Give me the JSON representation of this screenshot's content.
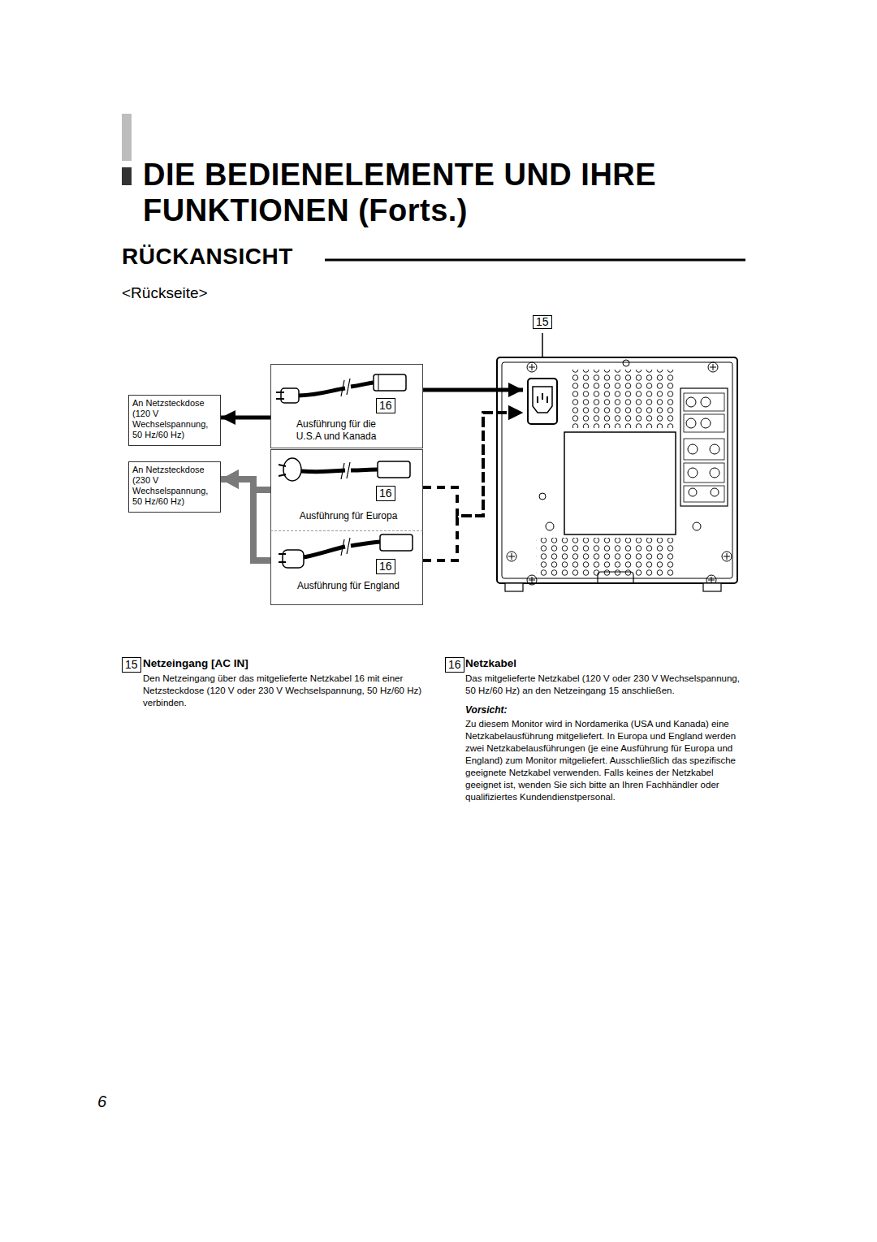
{
  "diagram": {
    "title": "DIE BEDIENELEMENTE UND IHRE FUNKTIONEN (Forts.)",
    "nodes": [
      {
        "text": [
          "An Netzsteckdose (120 V Wechselspannung, 50 Hz/60 Hz)"
        ]
      },
      {
        "text": [
          "An Netzsteckdose (230 V Wechselspannung, 50 Hz/60 Hz)"
        ]
      },
      {
        "text": [
          "Ausführung für die U.S.A und Kanada"
        ]
      },
      {
        "text": [
          "Ausführung für Europa"
        ]
      },
      {
        "text": [
          "Ausführung für England"
        ]
      },
      {
        "text": [
          "15"
        ]
      }
    ],
    "edges": [
      {
        "from": 2,
        "to": 0,
        "arrow": "to"
      },
      {
        "from": 2,
        "to": 5,
        "arrow": "to"
      },
      {
        "from": 3,
        "to": 1,
        "arrow": "to"
      },
      {
        "from": 4,
        "to": 1,
        "arrow": "to"
      },
      {
        "from": 3,
        "to": 5,
        "arrow": "to"
      },
      {
        "from": 4,
        "to": 5,
        "arrow": "to"
      }
    ],
    "labels": [
      "RÜCKANSICHT",
      "<Rückseite>",
      "16",
      "16",
      "16",
      "15",
      "Netzeingang [AC IN]",
      "Den Netzeingang über das mitgelieferte Netzkabel 16 mit einer Netzsteckdose (120 V oder 230 V Wechselspannung, 50 Hz/60 Hz) verbinden.",
      "16",
      "Netzkabel",
      "Das mitgelieferte Netzkabel (120 V oder 230 V Wechselspannung, 50 Hz/60 Hz) an den Netzeingang 15 anschließen.",
      "Vorsicht:",
      "Zu diesem Monitor wird in Nordamerika (USA und Kanada) eine Netzkabelausführung mitgeliefert. In Europa und England werden zwei Netzkabelausführungen (je eine Ausführung für Europa und England) zum Monitor mitgeliefert. Ausschließlich das spezifische geeignete Netzkabel verwenden. Falls keines der Netzkabel geeignet ist, wenden Sie sich bitte an Ihren Fachhändler oder qualifiziertes Kundendienstpersonal.",
      "6"
    ]
  }
}
